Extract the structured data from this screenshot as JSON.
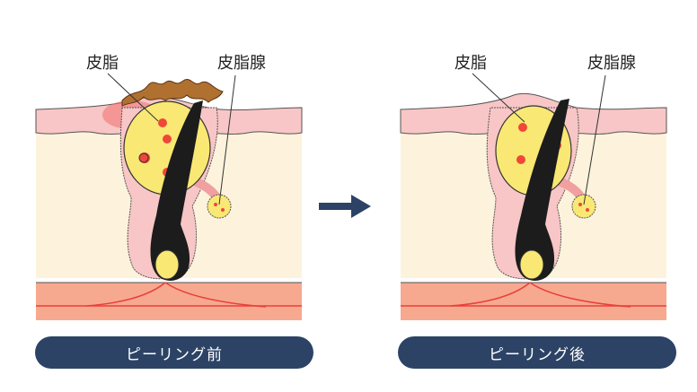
{
  "before": {
    "caption": "ピーリング前",
    "label_sebum": "皮脂",
    "label_gland": "皮脂腺"
  },
  "after": {
    "caption": "ピーリング後",
    "label_sebum": "皮脂",
    "label_gland": "皮脂腺"
  },
  "colors": {
    "caption_bg": "#2c4366",
    "arrow": "#2c4366",
    "epidermis": "#f8c6c6",
    "dermis": "#fdf3dc",
    "fat_layer": "#f7a98f",
    "sebum": "#f9e873",
    "sebum_dot": "#f0473a",
    "hair": "#1c1c1c",
    "keratin_plug": "#a86a2a",
    "follicle_outline": "#555555"
  }
}
